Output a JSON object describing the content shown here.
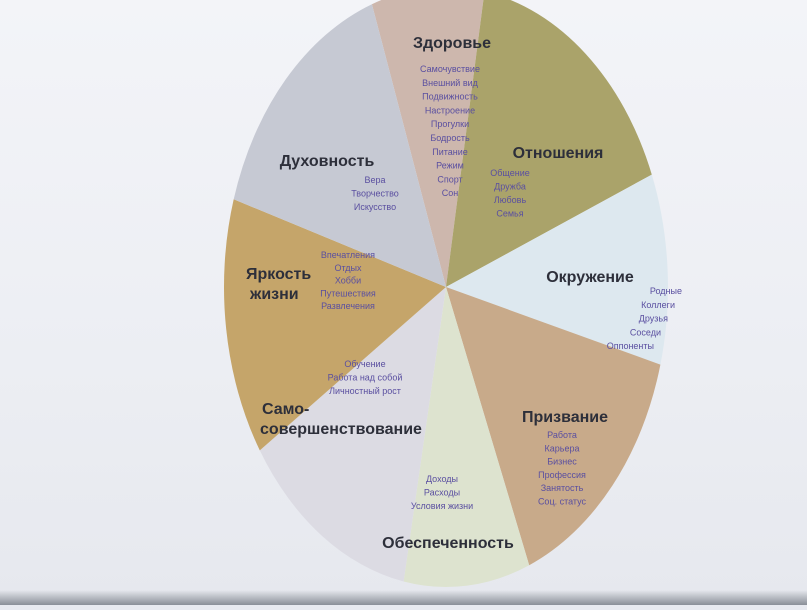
{
  "diagram": {
    "sectors": [
      {
        "title_lines": [
          "Здоровье"
        ],
        "items": [
          "Самочувствие",
          "Внешний вид",
          "Подвижность",
          "Настроение",
          "Прогулки",
          "Бодрость",
          "Питание",
          "Режим",
          "Спорт",
          "Сон"
        ],
        "color": "#cdb7ad"
      },
      {
        "title_lines": [
          "Отношения"
        ],
        "items": [
          "Общение",
          "Дружба",
          "Любовь",
          "Семья"
        ],
        "color": "#aaa36a"
      },
      {
        "title_lines": [
          "Окружение"
        ],
        "items": [
          "Родные",
          "Коллеги",
          "Друзья",
          "Соседи",
          "Оппоненты"
        ],
        "color": "#dde8ef"
      },
      {
        "title_lines": [
          "Призвание"
        ],
        "items": [
          "Работа",
          "Карьера",
          "Бизнес",
          "Профессия",
          "Занятость",
          "Соц. статус"
        ],
        "color": "#c8aa8a"
      },
      {
        "title_lines": [
          "Обеспеченность"
        ],
        "items": [
          "Доходы",
          "Расходы",
          "Условия жизни"
        ],
        "color": "#dde3cf"
      },
      {
        "title_lines": [
          "Само-",
          "совершенствование"
        ],
        "items": [
          "Обучение",
          "Работа над собой",
          "Личностный рост"
        ],
        "color": "#dcdbe3"
      },
      {
        "title_lines": [
          "Яркость",
          "жизни"
        ],
        "items": [
          "Впечатления",
          "Отдых",
          "Хобби",
          "Путешествия",
          "Развлечения"
        ],
        "color": "#c5a56a"
      },
      {
        "title_lines": [
          "Духовность"
        ],
        "items": [
          "Вера",
          "Творчество",
          "Искусство"
        ],
        "color": "#c6c9d3"
      }
    ]
  }
}
